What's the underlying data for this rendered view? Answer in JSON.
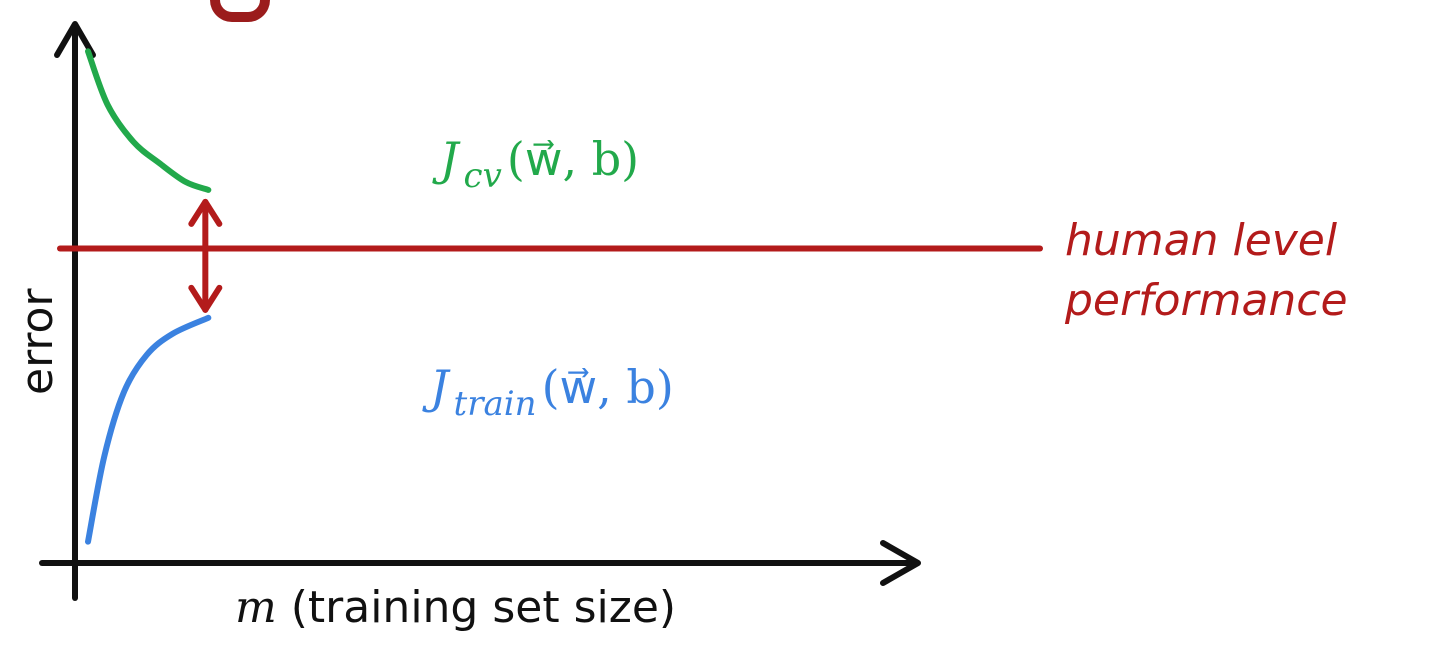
{
  "chart_data": {
    "type": "line",
    "xlabel_var": "m",
    "xlabel_text": " (training set size)",
    "ylabel": "error",
    "x_range": [
      0,
      10
    ],
    "y_range": [
      0,
      10
    ],
    "series": [
      {
        "name": "cv",
        "label_main": "J",
        "label_sub": "cv",
        "label_args": "(w⃗, b)",
        "color": "#22a94b",
        "x": [
          0.4,
          1.0,
          1.8,
          2.6,
          3.4,
          4.1
        ],
        "y": [
          9.6,
          8.6,
          7.9,
          7.5,
          7.15,
          7.0
        ]
      },
      {
        "name": "train",
        "label_main": "J",
        "label_sub": "train",
        "label_args": "(w⃗, b)",
        "color": "#3b82e0",
        "x": [
          0.4,
          0.9,
          1.5,
          2.2,
          3.0,
          4.1
        ],
        "y": [
          0.4,
          2.0,
          3.2,
          3.9,
          4.3,
          4.6
        ]
      }
    ],
    "reference_line": {
      "label_line1": "human level",
      "label_line2": "performance",
      "y": 5.9,
      "color": "#b31b1b"
    },
    "gap_arrow": {
      "x": 4.1,
      "y_from": 4.6,
      "y_to": 7.0,
      "color": "#b31b1b"
    }
  }
}
